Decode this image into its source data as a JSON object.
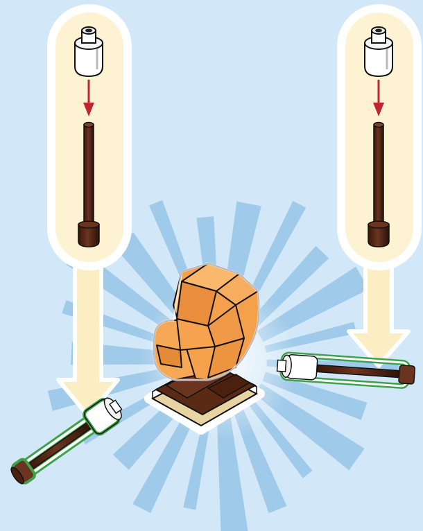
{
  "instruction": {
    "kind": "building-instruction-step",
    "substeps": [
      {
        "parts": [
          "white-round-brick-1x1",
          "brown-bar-with-stud"
        ],
        "action": "attach"
      },
      {
        "parts": [
          "white-round-brick-1x1",
          "brown-bar-with-stud"
        ],
        "action": "attach"
      }
    ],
    "result": "campfire-with-two-roasting-sticks"
  },
  "colors": {
    "background": "#d2e8f8",
    "burst": "#8fc0e4",
    "callout_fill": "#fdf3d2",
    "callout_border": "#ffffff",
    "arrow": "#fbeec2",
    "flame": "#f5a04a",
    "flame_dark": "#d9772a",
    "bar": "#5a2a14",
    "brick_white": "#ffffff",
    "tile_tan": "#e8d4a2",
    "red_arrow": "#c0262d",
    "highlight": "#3fa24a"
  },
  "icons": [
    "white-brick-icon",
    "brown-bar-icon",
    "red-down-arrow-icon",
    "campfire-icon",
    "roasting-stick-icon"
  ]
}
